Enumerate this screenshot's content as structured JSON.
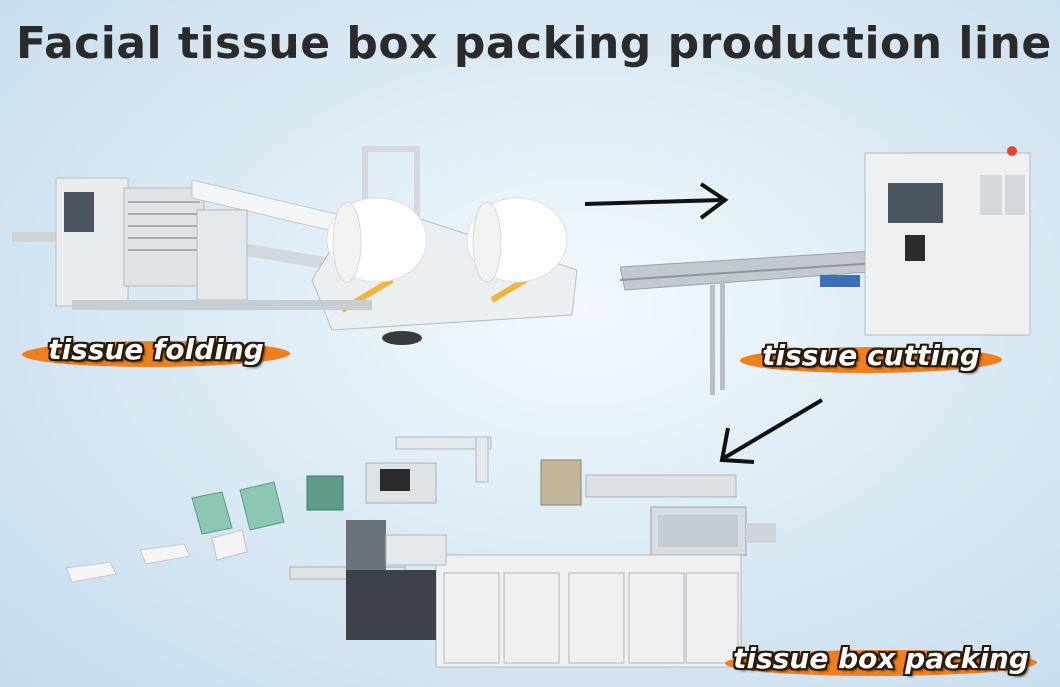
{
  "title": "Facial tissue box packing production line",
  "stages": [
    {
      "label": "tissue folding"
    },
    {
      "label": "tissue cutting"
    },
    {
      "label": "tissue box packing"
    }
  ],
  "colors": {
    "accent": "#f07f1c",
    "title": "#2b2b2b",
    "machine": "#e9ecee"
  }
}
